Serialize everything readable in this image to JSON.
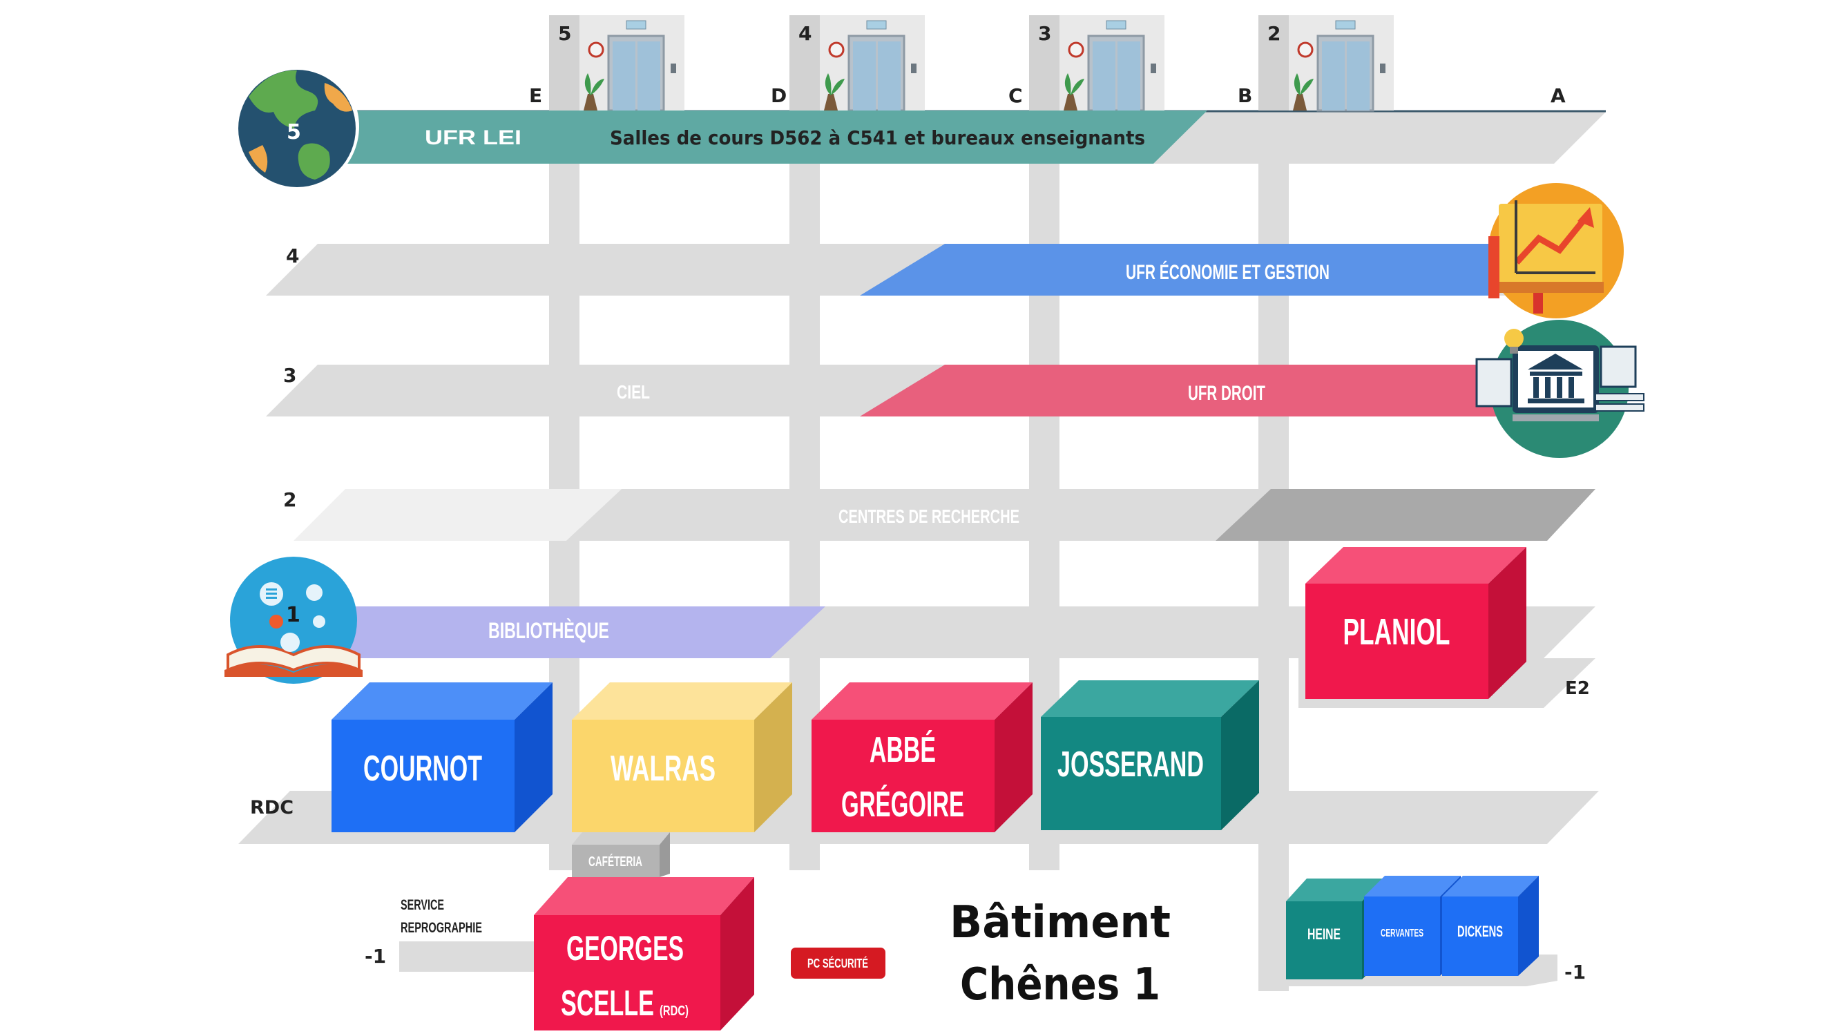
{
  "title": {
    "line1": "Bâtiment",
    "line2": "Chênes 1"
  },
  "shafts": [
    {
      "number": "5",
      "letter": "E"
    },
    {
      "number": "4",
      "letter": "D"
    },
    {
      "number": "3",
      "letter": "C"
    },
    {
      "number": "2",
      "letter": "B"
    }
  ],
  "end_letter": "A",
  "levels": {
    "l5": "5",
    "l4": "4",
    "l3": "3",
    "l2": "2",
    "l1": "1",
    "rdc": "RDC",
    "m1_left": "-1",
    "m1_right": "-1",
    "e2": "E2"
  },
  "bands": {
    "ufr_lei": "UFR LEI",
    "salles": "Salles de cours D562 à C541 et bureaux enseignants",
    "ufr_eco": "UFR ÉCONOMIE ET  GESTION",
    "ciel": "CIEL",
    "ufr_droit": "UFR DROIT",
    "centres": "CENTRES DE RECHERCHE",
    "bibliotheque": "BIBLIOTHÈQUE"
  },
  "blocks": {
    "cournot": "COURNOT",
    "walras": "WALRAS",
    "abbe1": "ABBÉ",
    "abbe2": "GRÉGOIRE",
    "josserand": "JOSSERAND",
    "planiol": "PLANIOL",
    "cafeteria": "CAFÉTERIA",
    "georges": "GEORGES",
    "scelle": "SCELLE",
    "rdc_small": "(RDC)",
    "heine": "HEINE",
    "cervantes": "CERVANTES",
    "dickens": "DICKENS"
  },
  "service": {
    "line1": "SERVICE",
    "line2": "REPROGRAPHIE"
  },
  "pc_securite": "PC SÉCURITÉ",
  "colors": {
    "teal_band": "#5fa9a3",
    "blue_band": "#5b93e8",
    "pink_band": "#e8607d",
    "lavender_band": "#b4b4ee",
    "blue_block": "#1e6ff5",
    "yellow_block": "#fbd66b",
    "red_block": "#f0184c",
    "teal_block": "#138882",
    "grey": "#dcdcdc"
  }
}
